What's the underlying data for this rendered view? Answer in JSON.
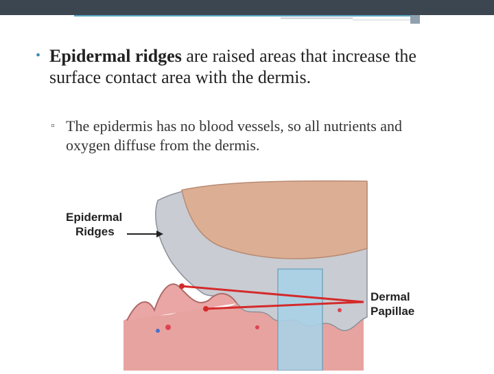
{
  "slide": {
    "bullet1": {
      "bold": "Epidermal ridges",
      "rest": " are raised areas that increase the surface contact area with the dermis."
    },
    "bullet2": {
      "text": "The epidermis has no blood vessels, so all nutrients and oxygen diffuse from the dermis."
    }
  },
  "figure": {
    "label_left": [
      "Epidermal",
      "Ridges"
    ],
    "label_right": [
      "Dermal",
      "Papillae"
    ]
  },
  "colors": {
    "header_band": "#3c4651",
    "accent_teal": "#3a8fb0",
    "dermis_pink": "#e7a3a0",
    "epidermis_gray": "#c9ccd2",
    "surface_tan": "#dcae94",
    "pointer_red": "#d42a2a",
    "cut_blue": "#a9d2e6"
  }
}
